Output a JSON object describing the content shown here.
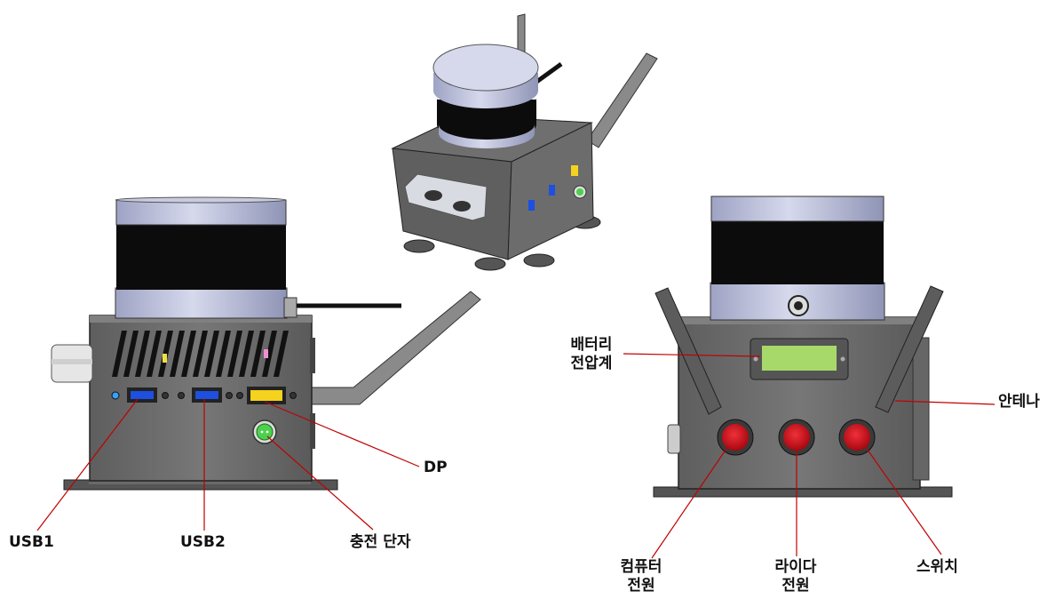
{
  "labels": {
    "usb1": "USB1",
    "usb2": "USB2",
    "charging_port": "충전 단자",
    "dp": "DP",
    "battery_voltmeter": [
      "배터리",
      "전압계"
    ],
    "antenna": "안테나",
    "computer_power": [
      "컴퓨터",
      "전원"
    ],
    "lidar_power": [
      "라이다",
      "전원"
    ],
    "switch": "스위치"
  },
  "colors": {
    "leader_line": "#c00000",
    "body_gray": "#6b6b6b",
    "lidar_band": "#0c0c0c",
    "lidar_cap": "#b4b8d4",
    "button_red": "#d0101a",
    "usb_blue": "#1d4fe0",
    "dp_yellow": "#f5d21e",
    "lcd_green": "#a6d96a",
    "charge_green": "#4cd14c"
  }
}
